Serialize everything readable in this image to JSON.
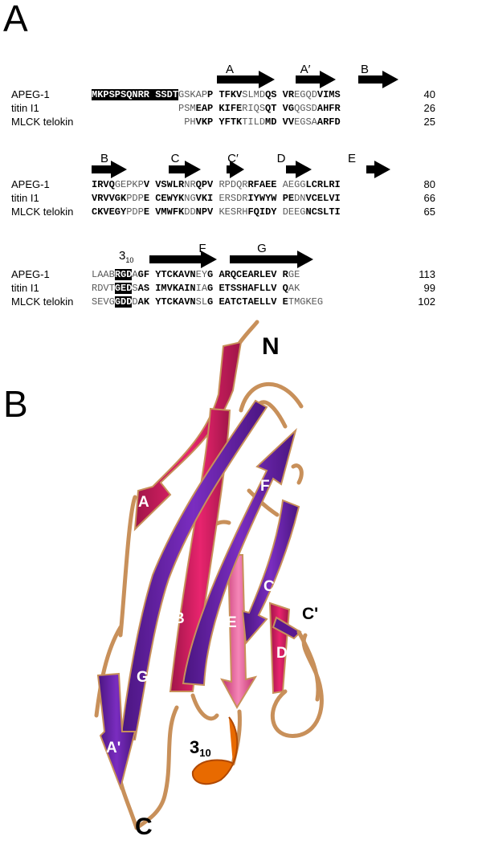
{
  "panel_a_label": "A",
  "panel_b_label": "B",
  "blocks": [
    {
      "rows": [
        {
          "name": "APEG-1",
          "num": "40",
          "segments": [
            {
              "t": "MKPSPSQNRR SSDT",
              "s": "hl"
            },
            {
              "t": "GSKAP",
              "s": "g"
            },
            {
              "t": "P TFKV",
              "s": "b"
            },
            {
              "t": "SLMD",
              "s": "g"
            },
            {
              "t": "QS VR",
              "s": "b"
            },
            {
              "t": "EGQD",
              "s": "g"
            },
            {
              "t": "VIMS",
              "s": "b"
            }
          ]
        },
        {
          "name": "titin I1",
          "num": "26",
          "segments": [
            {
              "t": "               PSM",
              "s": "g"
            },
            {
              "t": "EAP KIFE",
              "s": "b"
            },
            {
              "t": "RIQS",
              "s": "g"
            },
            {
              "t": "QT VG",
              "s": "b"
            },
            {
              "t": "QGSD",
              "s": "g"
            },
            {
              "t": "AHFR",
              "s": "b"
            }
          ]
        },
        {
          "name": "MLCK telokin",
          "num": "25",
          "segments": [
            {
              "t": "                PH",
              "s": "g"
            },
            {
              "t": "VKP YFTK",
              "s": "b"
            },
            {
              "t": "TILD",
              "s": "g"
            },
            {
              "t": "MD VV",
              "s": "b"
            },
            {
              "t": "EGSA",
              "s": "g"
            },
            {
              "t": "ARFD",
              "s": "b"
            }
          ]
        }
      ],
      "strands": [
        {
          "label": "A",
          "width": 72
        },
        {
          "label": "A′",
          "width": 50
        },
        {
          "label": "B",
          "width": 50
        }
      ]
    },
    {
      "rows": [
        {
          "name": "APEG-1",
          "num": "80",
          "segments": [
            {
              "t": "IRVQ",
              "s": "b"
            },
            {
              "t": "GEPKP",
              "s": "g"
            },
            {
              "t": "V VSWLR",
              "s": "b"
            },
            {
              "t": "NR",
              "s": "g"
            },
            {
              "t": "QPV ",
              "s": "b"
            },
            {
              "t": "RPDQR",
              "s": "g"
            },
            {
              "t": "RFAEE ",
              "s": "b"
            },
            {
              "t": "AEGG",
              "s": "g"
            },
            {
              "t": "LCRLRI",
              "s": "b"
            }
          ]
        },
        {
          "name": "titin I1",
          "num": "66",
          "segments": [
            {
              "t": "VRVVGK",
              "s": "b"
            },
            {
              "t": "PDP",
              "s": "g"
            },
            {
              "t": "E CEWYK",
              "s": "b"
            },
            {
              "t": "NG",
              "s": "g"
            },
            {
              "t": "VKI ",
              "s": "b"
            },
            {
              "t": "ERSDR",
              "s": "g"
            },
            {
              "t": "IYWYW ",
              "s": "b"
            },
            {
              "t": "PE",
              "s": "b"
            },
            {
              "t": "DN",
              "s": "g"
            },
            {
              "t": "VCELVI",
              "s": "b"
            }
          ]
        },
        {
          "name": "MLCK telokin",
          "num": "65",
          "segments": [
            {
              "t": "CKVEGY",
              "s": "b"
            },
            {
              "t": "PDP",
              "s": "g"
            },
            {
              "t": "E VMWFK",
              "s": "b"
            },
            {
              "t": "DD",
              "s": "g"
            },
            {
              "t": "NPV ",
              "s": "b"
            },
            {
              "t": "KESRH",
              "s": "g"
            },
            {
              "t": "FQIDY ",
              "s": "b"
            },
            {
              "t": "DEEG",
              "s": "g"
            },
            {
              "t": "NCSLTI",
              "s": "b"
            }
          ]
        }
      ],
      "strands": [
        {
          "label": "B",
          "width": 44
        },
        {
          "label": "C",
          "width": 40
        },
        {
          "label": "C′",
          "width": 20
        },
        {
          "label": "D",
          "width": 30
        },
        {
          "label": "E",
          "width": 30
        }
      ]
    },
    {
      "rows": [
        {
          "name": "APEG-1",
          "num": "113",
          "segments": [
            {
              "t": "LAAB",
              "s": "g"
            },
            {
              "t": "RGD",
              "s": "hl"
            },
            {
              "t": "A",
              "s": "g"
            },
            {
              "t": "GF YTCKAVN",
              "s": "b"
            },
            {
              "t": "EY",
              "s": "g"
            },
            {
              "t": "G ARQCEARLEV R",
              "s": "b"
            },
            {
              "t": "GE",
              "s": "g"
            }
          ]
        },
        {
          "name": "titin I1",
          "num": "99",
          "segments": [
            {
              "t": "RDVT",
              "s": "g"
            },
            {
              "t": "GED",
              "s": "hl"
            },
            {
              "t": "S",
              "s": "g"
            },
            {
              "t": "AS IMVKAIN",
              "s": "b"
            },
            {
              "t": "IA",
              "s": "g"
            },
            {
              "t": "G ETSSHAFLLV Q",
              "s": "b"
            },
            {
              "t": "AK",
              "s": "g"
            }
          ]
        },
        {
          "name": "MLCK telokin",
          "num": "102",
          "segments": [
            {
              "t": "SEVG",
              "s": "g"
            },
            {
              "t": "GDD",
              "s": "hl"
            },
            {
              "t": "D",
              "s": "g"
            },
            {
              "t": "AK YTCKAVN",
              "s": "b"
            },
            {
              "t": "SL",
              "s": "g"
            },
            {
              "t": "G EATCTAELLV E",
              "s": "b"
            },
            {
              "t": "TMGKEG",
              "s": "g"
            }
          ]
        }
      ],
      "helix_label": "3",
      "helix_sub": "10",
      "strands": [
        {
          "label": "F",
          "width": 84
        },
        {
          "label": "G",
          "width": 104
        }
      ]
    }
  ],
  "structure": {
    "labels": {
      "n_term": "N",
      "c_term": "C",
      "A": "A",
      "A_prime": "A'",
      "B": "B",
      "C": "C",
      "C_prime": "C'",
      "D": "D",
      "E": "E",
      "F": "F",
      "G": "G",
      "helix": "3",
      "helix_sub": "10"
    },
    "colors": {
      "loop": "#c8905a",
      "purple": "#6a1fa8",
      "purple_dark": "#4a1580",
      "magenta": "#e0226a",
      "magenta_dark": "#a01548",
      "pink": "#f07ab0",
      "orange": "#e86a00"
    }
  }
}
